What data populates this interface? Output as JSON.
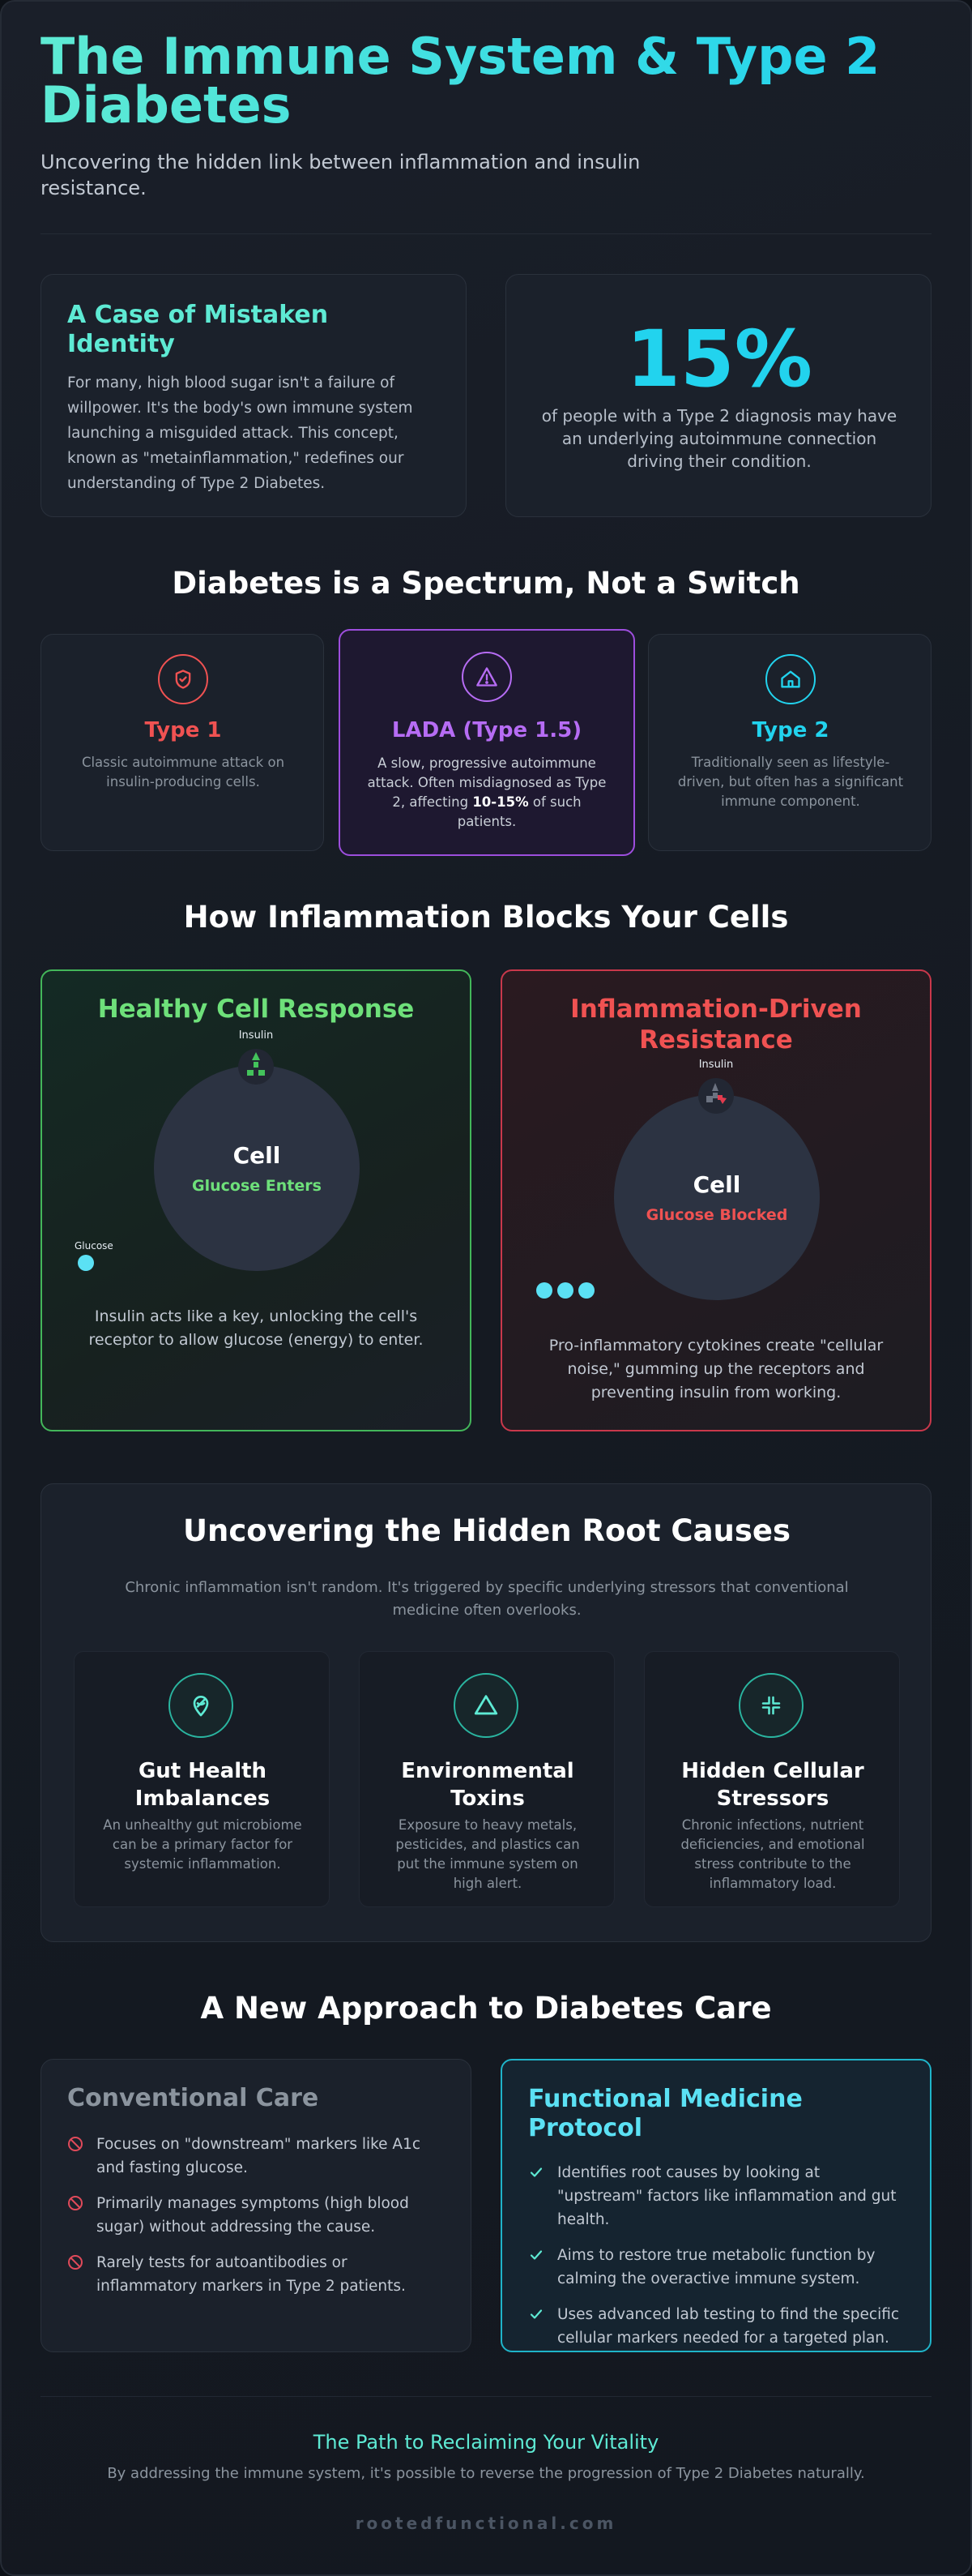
{
  "header": {
    "title": "The Immune System & Type 2 Diabetes",
    "subtitle": "Uncovering the hidden link between inflammation and insulin resistance."
  },
  "identity": {
    "title": "A Case of Mistaken Identity",
    "body": "For many, high blood sugar isn't a failure of willpower. It's the body's own immune system launching a misguided attack. This concept, known as \"metainflammation,\" redefines our understanding of Type 2 Diabetes."
  },
  "stat": {
    "value": "15%",
    "text": "of people with a Type 2 diagnosis may have an underlying autoimmune connection driving their condition."
  },
  "spectrum": {
    "heading": "Diabetes is a Spectrum, Not a Switch",
    "items": [
      {
        "title": "Type 1",
        "desc": "Classic autoimmune attack on insulin-producing cells.",
        "icon": "shield-icon",
        "color": "#f05252"
      },
      {
        "title": "LADA (Type 1.5)",
        "desc_pre": "A slow, progressive autoimmune attack. Often misdiagnosed as Type 2, affecting ",
        "desc_bold": "10-15%",
        "desc_post": " of such patients.",
        "icon": "warning-icon",
        "color": "#b66cf4"
      },
      {
        "title": "Type 2",
        "desc": "Traditionally seen as lifestyle-driven, but often has a significant immune component.",
        "icon": "home-icon",
        "color": "#22d3ee"
      }
    ]
  },
  "inflammation": {
    "heading": "How Inflammation Blocks Your Cells",
    "healthy": {
      "title": "Healthy Cell Response",
      "insulin_label": "Insulin",
      "cell_label": "Cell",
      "status": "Glucose Enters",
      "glucose_label": "Glucose",
      "caption": "Insulin acts like a key, unlocking the cell's receptor to allow glucose (energy) to enter.",
      "color": "#6ee07a"
    },
    "resistant": {
      "title": "Inflammation-Driven Resistance",
      "insulin_label": "Insulin",
      "cell_label": "Cell",
      "status": "Glucose Blocked",
      "caption": "Pro-inflammatory cytokines create \"cellular noise,\" gumming up the receptors and preventing insulin from working.",
      "color": "#f05252"
    }
  },
  "root_causes": {
    "heading": "Uncovering the Hidden Root Causes",
    "intro": "Chronic inflammation isn't random. It's triggered by specific underlying stressors that conventional medicine often overlooks.",
    "items": [
      {
        "title": "Gut Health Imbalances",
        "desc": "An unhealthy gut microbiome can be a primary factor for systemic inflammation.",
        "icon": "gut-icon"
      },
      {
        "title": "Environmental Toxins",
        "desc": "Exposure to heavy metals, pesticides, and plastics can put the immune system on high alert.",
        "icon": "triangle-icon"
      },
      {
        "title": "Hidden Cellular Stressors",
        "desc": "Chronic infections, nutrient deficiencies, and emotional stress contribute to the inflammatory load.",
        "icon": "compress-icon"
      }
    ]
  },
  "approach": {
    "heading": "A New Approach to Diabetes Care",
    "conventional": {
      "title": "Conventional Care",
      "items": [
        "Focuses on \"downstream\" markers like A1c and fasting glucose.",
        "Primarily manages symptoms (high blood sugar) without addressing the cause.",
        "Rarely tests for autoantibodies or inflammatory markers in Type 2 patients."
      ]
    },
    "functional": {
      "title": "Functional Medicine Protocol",
      "items": [
        "Identifies root causes by looking at \"upstream\" factors like inflammation and gut health.",
        "Aims to restore true metabolic function by calming the overactive immune system.",
        "Uses advanced lab testing to find the specific cellular markers needed for a targeted plan."
      ]
    }
  },
  "footer": {
    "headline": "The Path to Reclaiming Your Vitality",
    "sub": "By addressing the immune system, it's possible to reverse the progression of Type 2 Diabetes naturally.",
    "brand": "rootedfunctional.com"
  }
}
